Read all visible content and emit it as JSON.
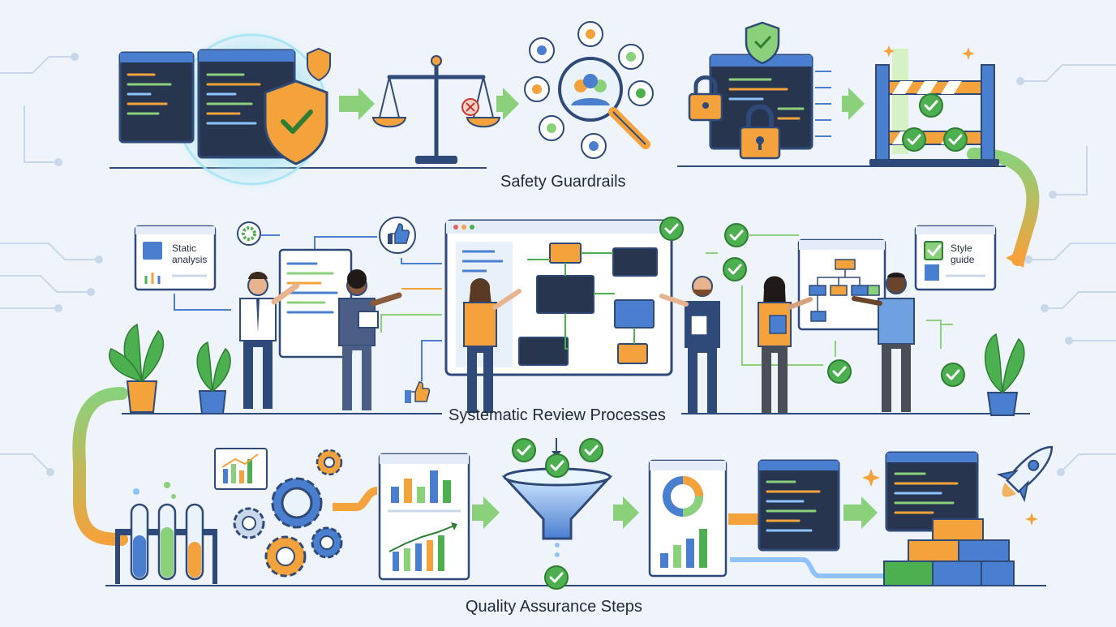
{
  "sections": {
    "safety": {
      "title": "Safety Guardrails"
    },
    "review": {
      "title": "Systematic Review Processes"
    },
    "qa": {
      "title": "Quality Assurance Steps"
    }
  },
  "cards": {
    "static_analysis": {
      "line1": "Static",
      "line2": "analysis"
    },
    "style_guide": {
      "line1": "Style",
      "line2": "guide"
    }
  },
  "colors": {
    "background": "#eef4fa",
    "navy": "#2f4a78",
    "code_dark": "#27354f",
    "green": "#4caf50",
    "orange": "#f3a23c",
    "blue": "#4a7fd0",
    "glow": "#9ee3f2"
  },
  "icons": [
    "shield-check-icon",
    "scales-icon",
    "magnifier-people-icon",
    "padlock-icon",
    "barrier-gate-icon",
    "thumbs-up-icon",
    "gear-icon",
    "funnel-icon",
    "test-tubes-icon",
    "rocket-icon",
    "checkmark-icon"
  ]
}
